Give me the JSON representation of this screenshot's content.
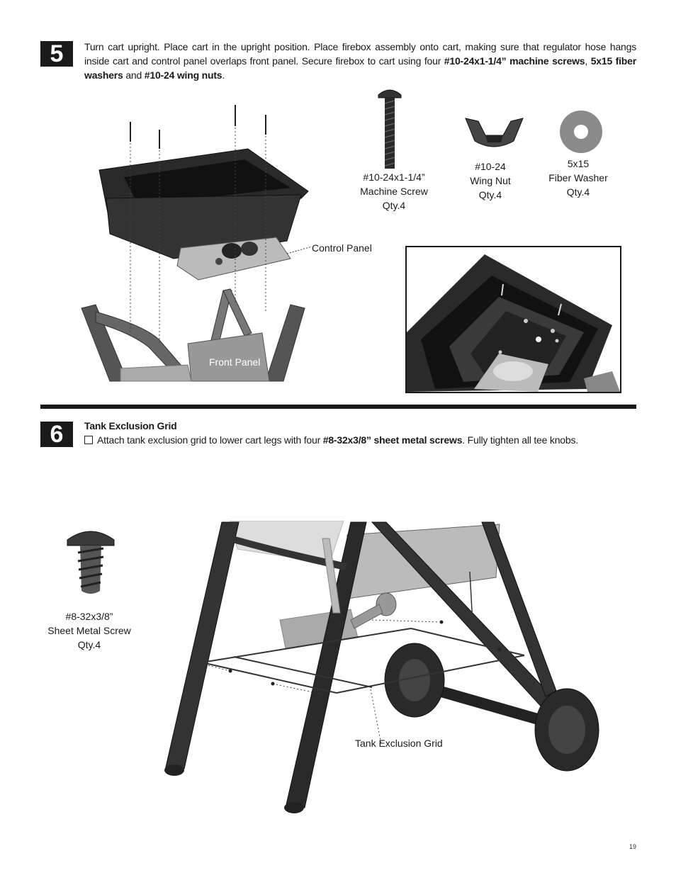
{
  "step5": {
    "number": "5",
    "text_plain_1": "Turn cart upright. Place cart in the upright position. Place firebox assembly onto cart, making sure that regulator hose hangs inside cart and control panel overlaps front panel. Secure firebox to cart using four ",
    "bold_1": "#10-24x1-1/4” machine screws",
    "text_plain_2": ", ",
    "bold_2": "5x15 fiber washers",
    "text_plain_3": " and ",
    "bold_3": "#10-24 wing nuts",
    "text_plain_4": ".",
    "labels": {
      "control_panel": "Control Panel",
      "front_panel": "Front Panel"
    },
    "parts": [
      {
        "line1": "#10-24x1-1/4”",
        "line2": "Machine Screw",
        "line3": "Qty.4"
      },
      {
        "line1": "#10-24",
        "line2": "Wing Nut",
        "line3": "Qty.4"
      },
      {
        "line1": "5x15",
        "line2": "Fiber Washer",
        "line3": "Qty.4"
      }
    ]
  },
  "step6": {
    "number": "6",
    "heading": "Tank Exclusion Grid",
    "text_plain_1": "Attach tank exclusion grid to lower cart legs with four ",
    "bold_1": "#8-32x3/8” sheet metal screws",
    "text_plain_2": ". Fully tighten all tee knobs.",
    "part": {
      "line1": "#8-32x3/8”",
      "line2": "Sheet Metal Screw",
      "line3": "Qty.4"
    },
    "labels": {
      "grid": "Tank Exclusion Grid"
    }
  },
  "page_number": "19"
}
